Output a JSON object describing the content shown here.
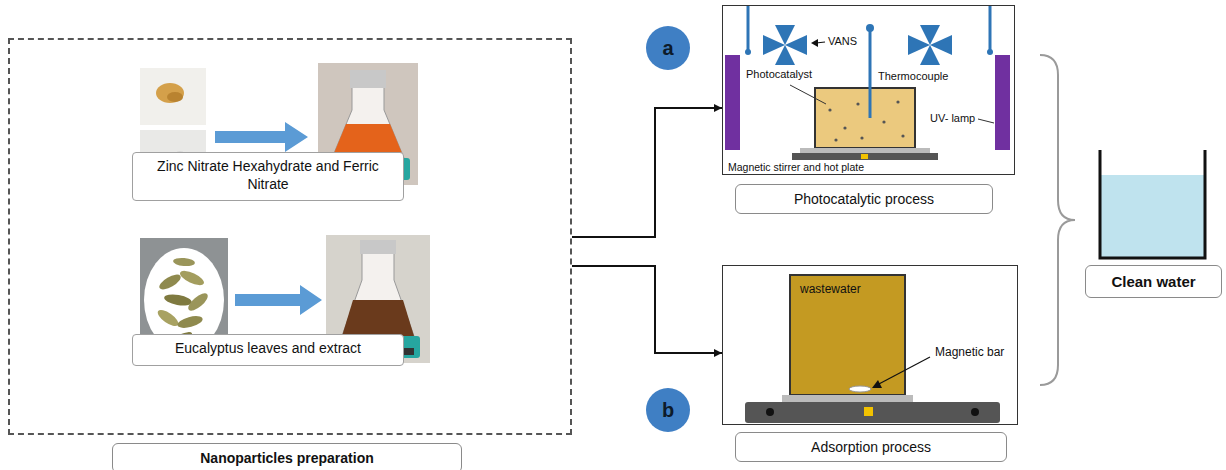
{
  "diagram": {
    "nodes": [
      {
        "text": [
          "Nanoparticles preparation"
        ]
      },
      {
        "text": [
          "Zinc Nitrate Hexahydrate and Ferric Nitrate"
        ],
        "in": 0
      },
      {
        "text": [
          "Eucalyptus leaves and extract"
        ],
        "in": 0
      },
      {
        "text": [
          "Photocatalytic process"
        ]
      },
      {
        "text": [
          "Adsorption process"
        ]
      },
      {
        "text": [
          "a"
        ]
      },
      {
        "text": [
          "b"
        ]
      },
      {
        "text": [
          "Clean water"
        ]
      }
    ],
    "edges": [
      {
        "from": 0,
        "to": 3,
        "arrow": "to"
      },
      {
        "from": 0,
        "to": 4,
        "arrow": "to"
      }
    ],
    "labels": [
      "VANS",
      "Thermocouple",
      "Photocatalyst",
      "UV- lamp",
      "Magnetic stirrer and hot plate",
      "wastewater",
      "Magnetic bar"
    ]
  }
}
